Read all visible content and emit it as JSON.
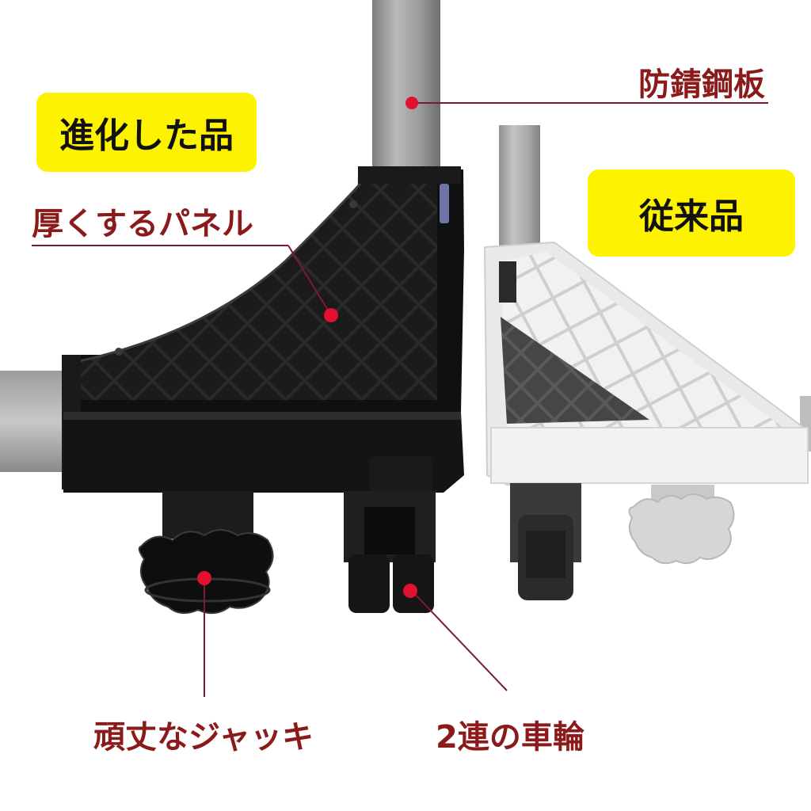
{
  "badges": {
    "evolved": "進化した品",
    "conventional": "従来品"
  },
  "callouts": {
    "rust_proof_steel": "防錆鋼板",
    "thick_panel": "厚くするパネル",
    "sturdy_jack": "頑丈なジャッキ",
    "double_wheels": "2連の車輪"
  },
  "colors": {
    "badge_yellow": "#fdf200",
    "callout_text": "#8b1a1a",
    "callout_line": "#7a1c2c",
    "marker_red": "#e0102e"
  }
}
